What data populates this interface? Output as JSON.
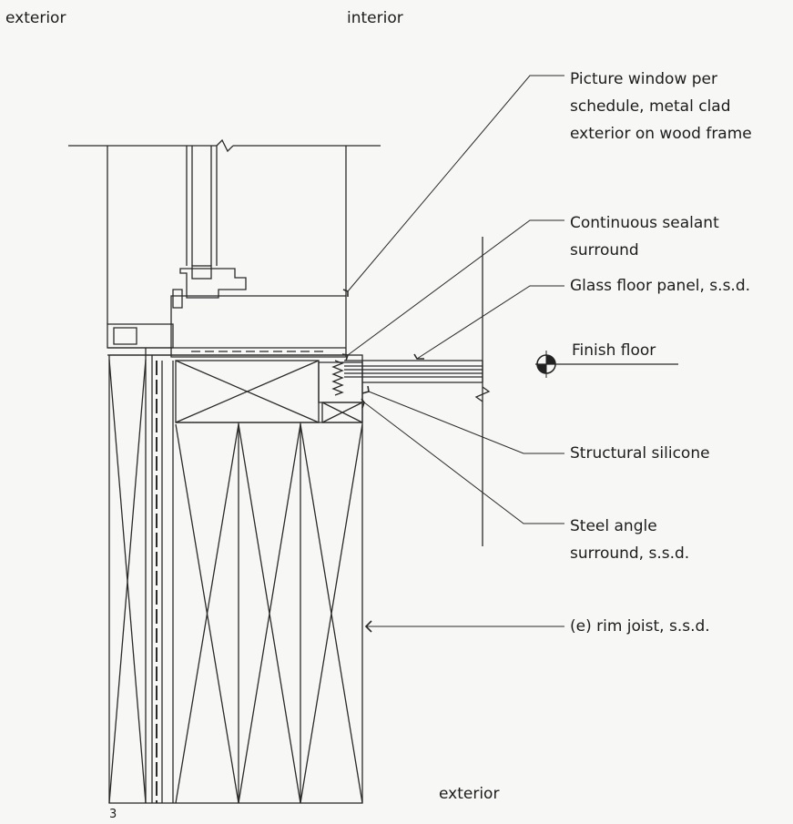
{
  "zones": {
    "top_left": "exterior",
    "top_center": "interior",
    "bottom": "exterior"
  },
  "callouts": {
    "picture_window": "Picture window per\nschedule, metal clad\nexterior on wood frame",
    "sealant": "Continuous sealant\nsurround",
    "glass_panel": "Glass floor panel, s.s.d.",
    "finish_floor": "Finish floor",
    "silicone": "Structural silicone",
    "steel_angle": "Steel angle\nsurround, s.s.d.",
    "rim_joist": "(e) rim joist, s.s.d."
  },
  "detail_number": "3",
  "colors": {
    "line": "#2a2a2a",
    "paper": "#f7f7f5"
  }
}
